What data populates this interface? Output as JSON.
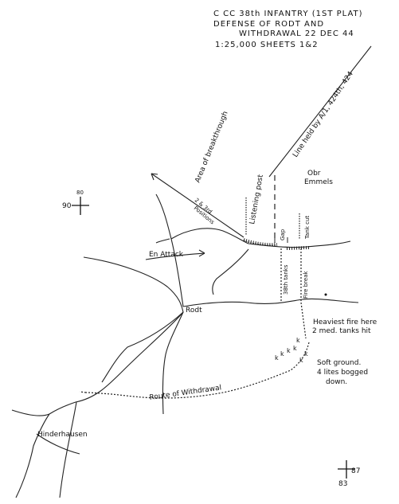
{
  "title": {
    "line1": "C CC   38th INFANTRY (1ST PLAT)",
    "line2": "DEFENSE OF RODT AND",
    "line3": "WITHDRAWAL 22 DEC 44",
    "line4": "1:25,000   SHEETS 1&2"
  },
  "grid_refs": {
    "nw_top": "80",
    "nw_left": "90",
    "se_right": "87",
    "se_bottom": "83"
  },
  "places": {
    "obr_emmels_1": "Obr",
    "obr_emmels_2": "Emmels",
    "rodt": "Rodt",
    "hinderhausen": "Hinderhausen"
  },
  "labels": {
    "area_breakthrough": "Area of breakthrough",
    "line_held": "Line held by A/1, 424th, 424",
    "second_third_positions_1": "2 & 3rd",
    "second_third_positions_2": "Positions",
    "listening_post": "Listening post",
    "en_attack": "En Attack",
    "gap": "Gap",
    "tank_cut": "Tank cut",
    "thirty_eighth_tanks": "38th tanks",
    "fire_break": "Fire break",
    "heaviest_fire_1": "Heaviest fire here",
    "heaviest_fire_2": "2 med. tanks hit",
    "soft_ground_1": "Soft ground.",
    "soft_ground_2": "4 lites bogged",
    "soft_ground_3": "down.",
    "route_of_withdrawal": "Route of Withdrawal"
  }
}
